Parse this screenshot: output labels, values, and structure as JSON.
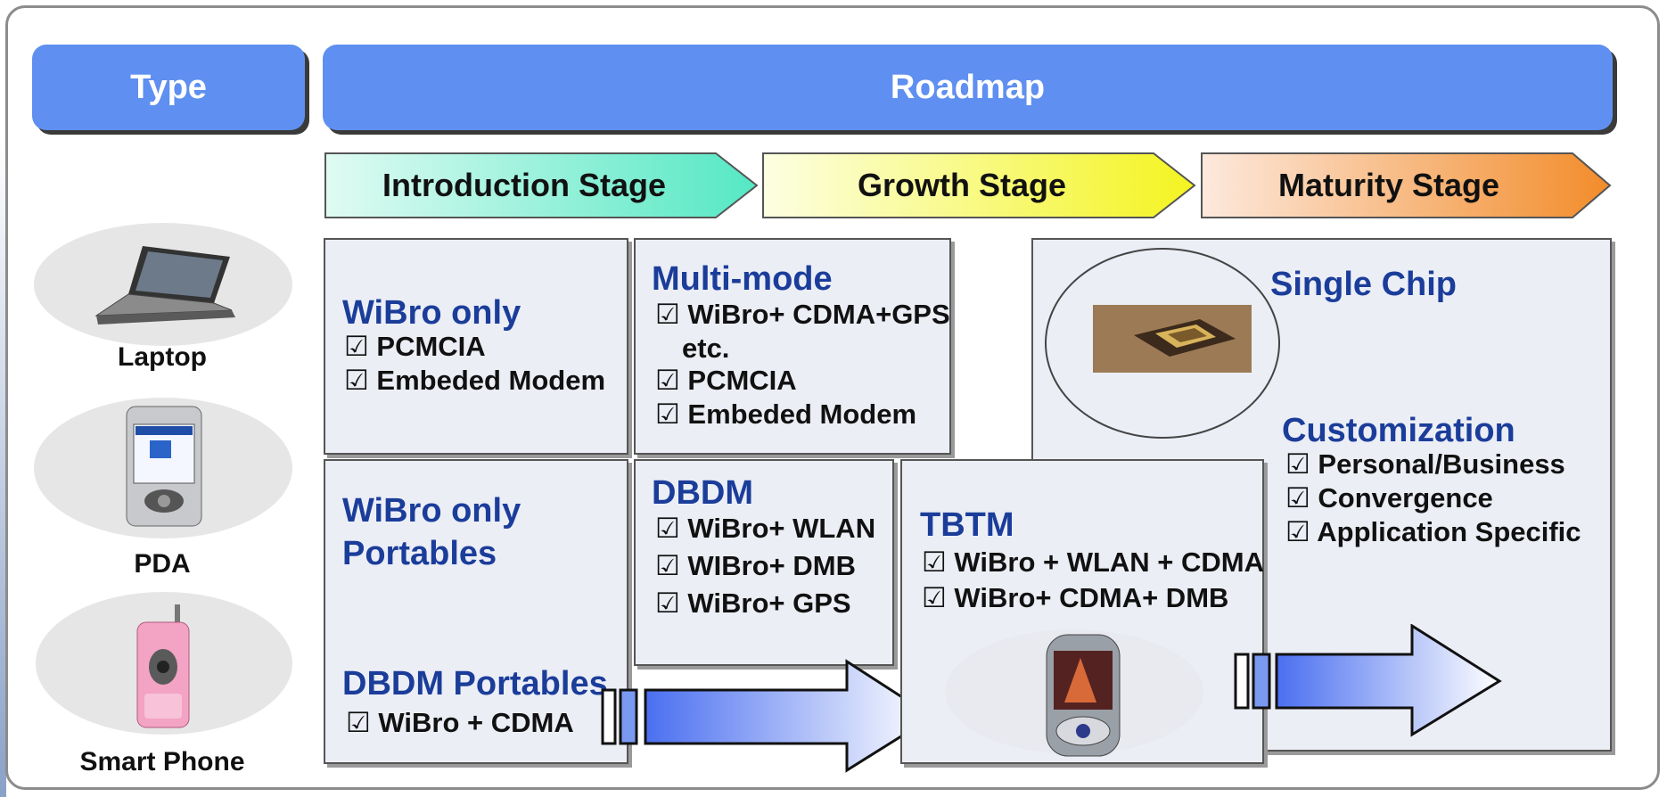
{
  "header": {
    "type_label": "Type",
    "roadmap_label": "Roadmap"
  },
  "stages": [
    {
      "label": "Introduction Stage",
      "color_from": "#e0fbf3",
      "color_to": "#55e8c4"
    },
    {
      "label": "Growth Stage",
      "color_from": "#fcffe2",
      "color_to": "#f4f420"
    },
    {
      "label": "Maturity Stage",
      "color_from": "#fde9dd",
      "color_to": "#f28c2a"
    }
  ],
  "devices": [
    {
      "label": "Laptop",
      "icon": "laptop-icon"
    },
    {
      "label": "PDA",
      "icon": "pda-icon"
    },
    {
      "label": "Smart Phone",
      "icon": "smartphone-icon"
    }
  ],
  "cells": {
    "laptop_intro": {
      "title": "WiBro only",
      "items": [
        "☑ PCMCIA",
        "☑ Embeded Modem"
      ]
    },
    "laptop_growth": {
      "title": "Multi-mode",
      "items": [
        "☑ WiBro+ CDMA+GPS",
        "etc.",
        "☑ PCMCIA",
        "☑ Embeded Modem"
      ]
    },
    "maturity": {
      "title": "Single Chip",
      "chip_icon": "chip-icon",
      "subtitle": "Customization",
      "items": [
        "☑ Personal/Business",
        "☑ Convergence",
        "☑ Application Specific"
      ]
    },
    "portable_intro": {
      "title_line1": "WiBro only",
      "title_line2": "Portables",
      "title2": "DBDM Portables",
      "items": [
        "☑ WiBro + CDMA"
      ]
    },
    "dbdm": {
      "title": "DBDM",
      "items": [
        "☑ WiBro+ WLAN",
        "☑ WIBro+ DMB",
        "☑ WiBro+ GPS"
      ]
    },
    "tbtm": {
      "title": "TBTM",
      "items": [
        "☑ WiBro + WLAN + CDMA",
        "☑ WiBro+ CDMA+ DMB"
      ],
      "phone_icon": "phone-icon"
    }
  },
  "colors": {
    "header_blue": "#5f8ff0",
    "title_blue": "#1b3d9a",
    "box_fill": "#eceef6"
  }
}
